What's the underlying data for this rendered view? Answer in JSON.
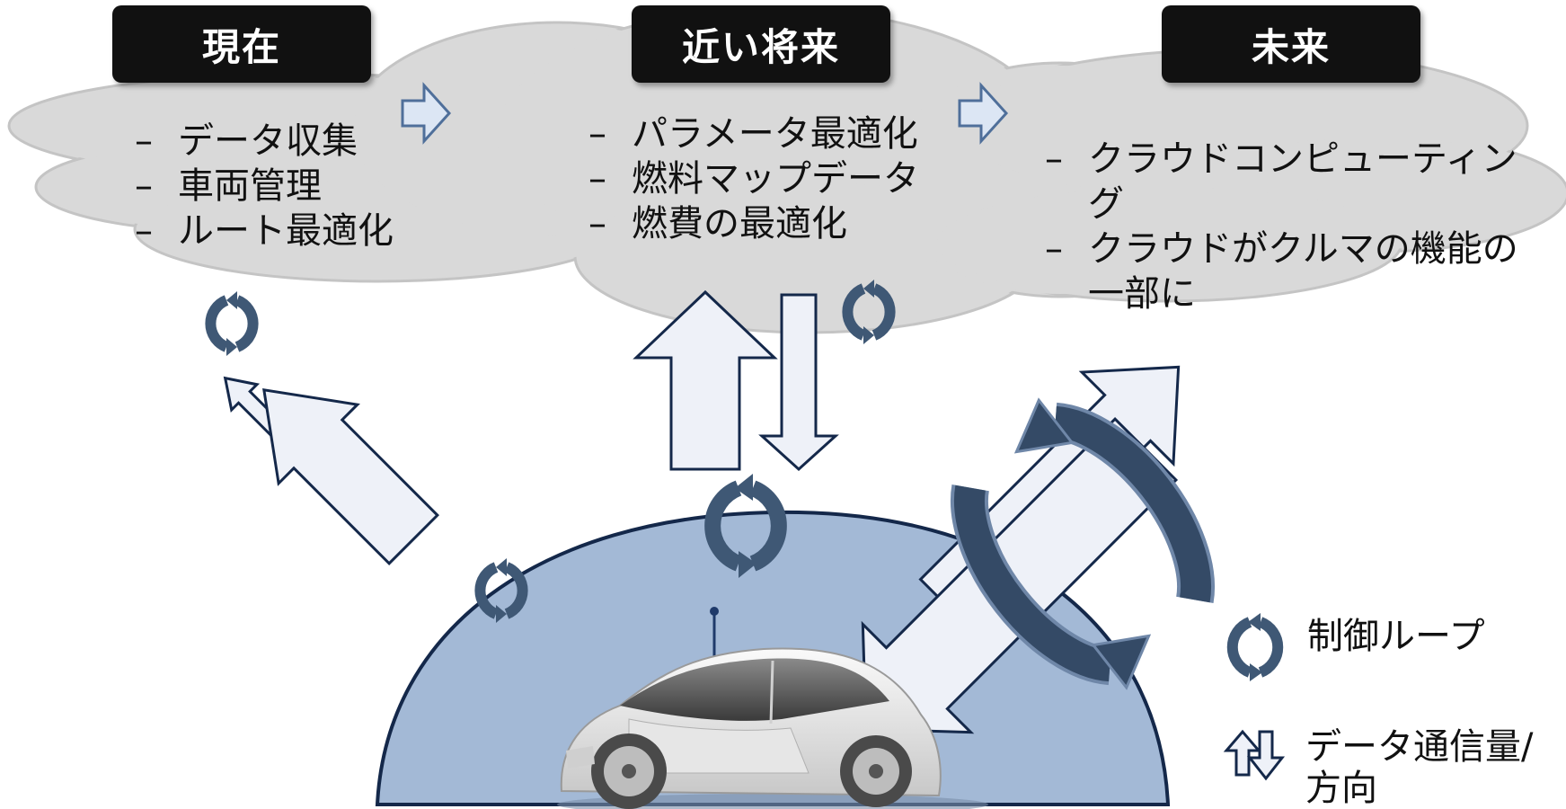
{
  "stages": [
    {
      "title": "現在",
      "items": [
        "データ収集",
        "車両管理",
        "ルート最適化"
      ]
    },
    {
      "title": "近い将来",
      "items": [
        "パラメータ最適化",
        "燃料マップデータ",
        "燃費の最適化"
      ]
    },
    {
      "title": "未来",
      "items": [
        "クラウドコンピューティング",
        "クラウドがクルマの機能の一部に"
      ]
    }
  ],
  "legend": {
    "control_loop": "制御ループ",
    "data_volume": "データ通信量/方向"
  },
  "colors": {
    "cloud": "#d9d9d9",
    "dome": "#a3b9d6",
    "arrow_fill": "#eef1f8",
    "arrow_stroke": "#14284a",
    "loop": "#3f5875"
  }
}
